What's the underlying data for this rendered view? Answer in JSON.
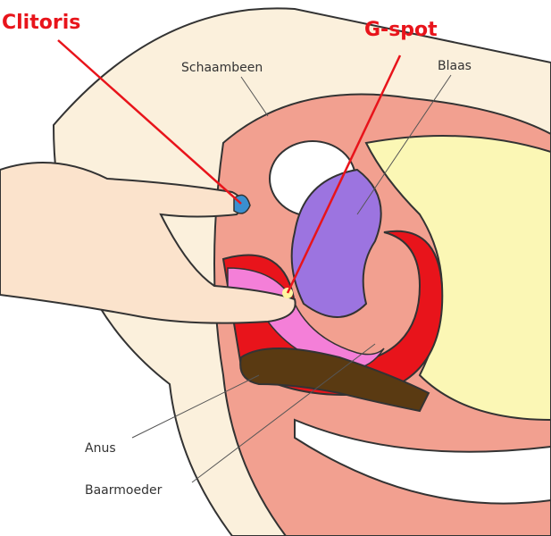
{
  "labels": {
    "clitoris": "Clitoris",
    "gspot": "G-spot",
    "pubic_bone": "Schaambeen",
    "bladder": "Blaas",
    "anus": "Anus",
    "uterus": "Baarmoeder"
  },
  "colors": {
    "highlight_label": "#e8141b",
    "normal_label": "#333333",
    "skin": "#fbf0dc",
    "tissue": "#f2a090",
    "red_wall": "#e8141b",
    "bladder": "#9c74e0",
    "fill_yellow": "#fbf7b5",
    "bowel": "#5a3a12",
    "marker": "#3a8fd0"
  }
}
